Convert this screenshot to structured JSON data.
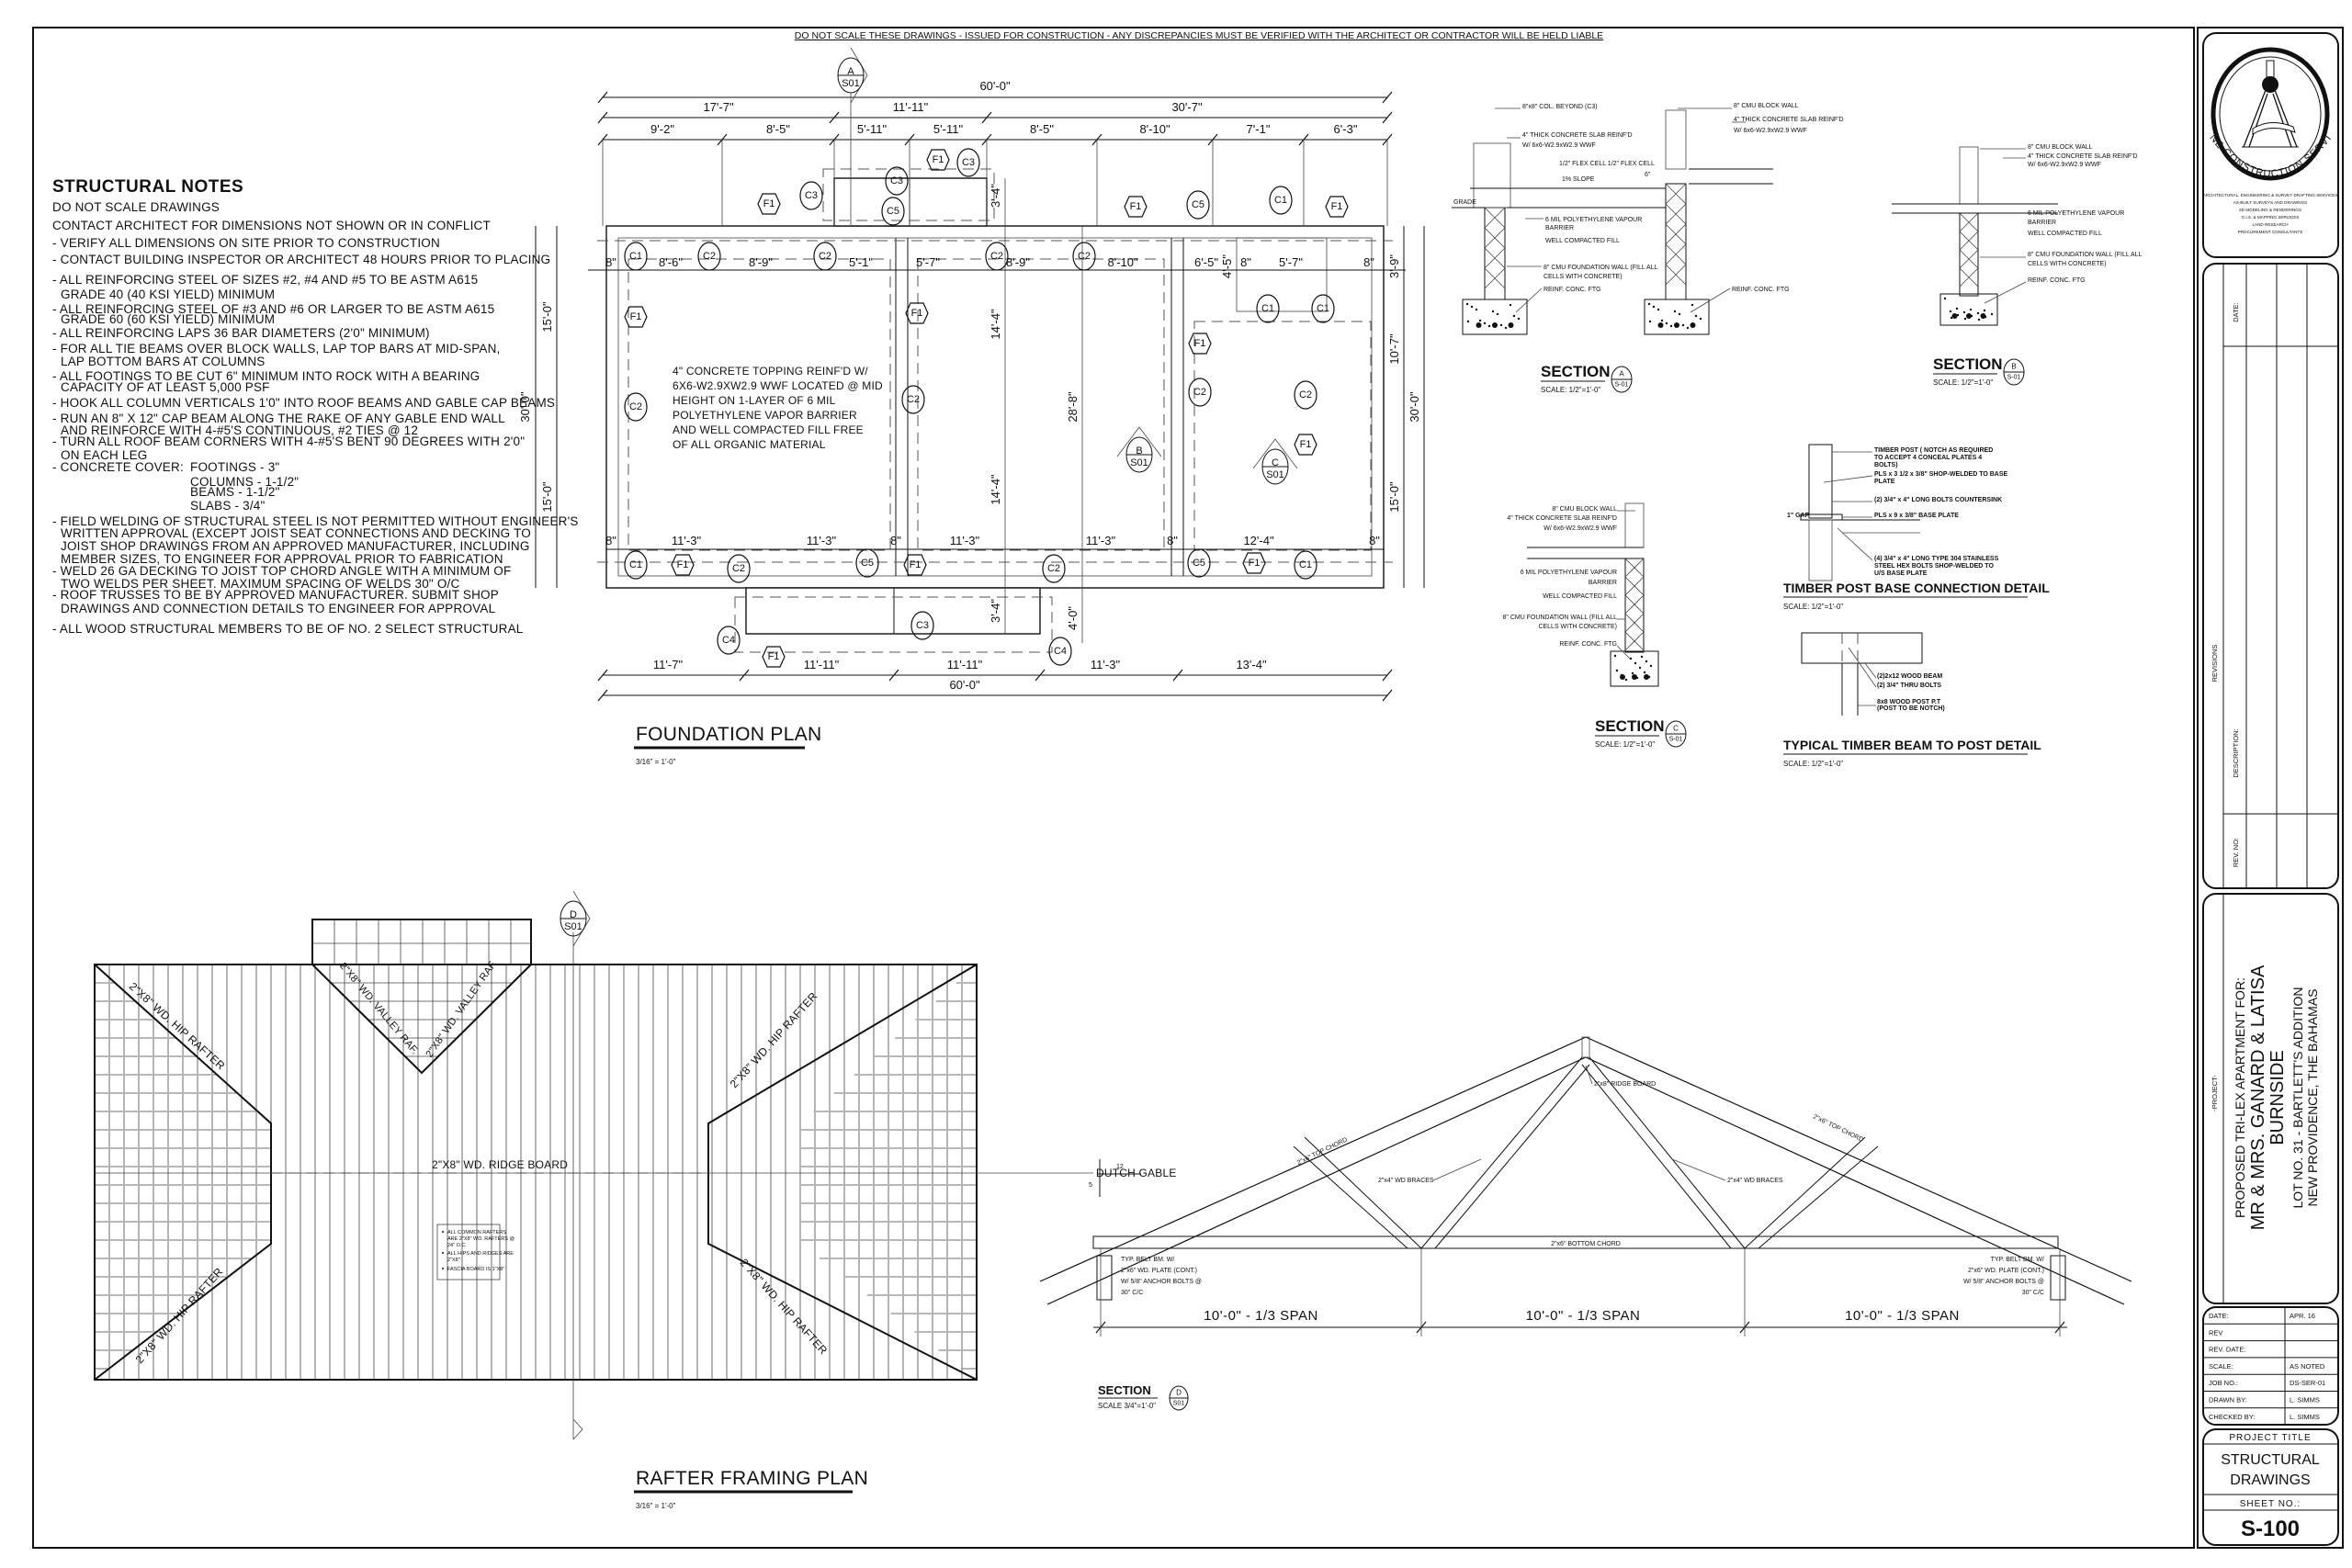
{
  "top_notice": "DO NOT SCALE THESE DRAWINGS - ISSUED FOR CONSTRUCTION - ANY DISCREPANCIES MUST BE VERIFIED WITH THE ARCHITECT OR CONTRACTOR WILL BE HELD LIABLE",
  "notes": {
    "title": "STRUCTURAL NOTES",
    "lines": [
      "DO NOT SCALE DRAWINGS",
      "CONTACT ARCHITECT FOR DIMENSIONS NOT SHOWN OR IN CONFLICT",
      "- VERIFY ALL DIMENSIONS ON SITE PRIOR TO CONSTRUCTION",
      "- CONTACT BUILDING INSPECTOR OR ARCHITECT 48 HOURS PRIOR TO PLACING",
      "- ALL REINFORCING STEEL OF SIZES #2, #4 AND #5 TO BE ASTM A615",
      "GRADE 40 (40 KSI YIELD) MINIMUM",
      "- ALL REINFORCING STEEL OF #3 AND #6 OR LARGER TO BE ASTM A615",
      "GRADE 60 (60 KSI YIELD) MINIMUM",
      "- ALL REINFORCING LAPS 36 BAR DIAMETERS (2'0\" MINIMUM)",
      "- FOR ALL TIE BEAMS OVER BLOCK WALLS, LAP TOP BARS AT MID-SPAN,",
      "LAP BOTTOM BARS AT COLUMNS",
      "- ALL FOOTINGS TO BE CUT 6\" MINIMUM INTO ROCK WITH A BEARING",
      "CAPACITY OF AT LEAST 5,000 PSF",
      "- HOOK ALL COLUMN VERTICALS 1'0\" INTO ROOF BEAMS AND GABLE CAP BEAMS",
      "- RUN AN 8\" X 12\" CAP BEAM ALONG THE RAKE OF ANY GABLE END WALL",
      "AND REINFORCE WITH 4-#5'S CONTINUOUS, #2 TIES @ 12",
      "- TURN ALL ROOF BEAM CORNERS WITH 4-#5'S BENT 90 DEGREES WITH 2'0\"",
      "ON EACH LEG",
      "- CONCRETE COVER:",
      "- FIELD WELDING OF STRUCTURAL STEEL IS NOT PERMITTED WITHOUT ENGINEER'S",
      "WRITTEN APPROVAL (EXCEPT JOIST SEAT CONNECTIONS AND DECKING TO",
      "JOIST SHOP DRAWINGS FROM AN APPROVED MANUFACTURER, INCLUDING",
      "MEMBER SIZES, TO ENGINEER FOR APPROVAL PRIOR TO FABRICATION",
      "- WELD 26 GA DECKING TO JOIST TOP CHORD ANGLE WITH A MINIMUM OF",
      "TWO WELDS PER SHEET.  MAXIMUM SPACING OF WELDS 30\" O/C",
      "- ROOF TRUSSES TO BE BY APPROVED MANUFACTURER.  SUBMIT SHOP",
      "DRAWINGS AND CONNECTION DETAILS TO ENGINEER FOR APPROVAL",
      "- ALL WOOD STRUCTURAL MEMBERS TO BE OF NO. 2 SELECT STRUCTURAL"
    ],
    "cover": [
      "FOOTINGS  -  3\"",
      "COLUMNS  -  1-1/2\"",
      "BEAMS  -  1-1/2\"",
      "SLABS  -  3/4\""
    ]
  },
  "foundation": {
    "title": "FOUNDATION PLAN",
    "scale": "3/16\" = 1'-0\"",
    "marker_a": {
      "letter": "A",
      "sheet": "S01"
    },
    "marker_b": {
      "letter": "B",
      "sheet": "S01"
    },
    "marker_c": {
      "letter": "C",
      "sheet": "S01"
    },
    "overall": "60'-0\"",
    "overall_bottom": "60'-0\"",
    "dims_row2": [
      "17'-7\"",
      "11'-11\"",
      "30'-7\""
    ],
    "dims_row3": [
      "9'-2\"",
      "8'-5\"",
      "5'-11\"",
      "5'-11\"",
      "8'-5\"",
      "8'-10\"",
      "7'-1\"",
      "6'-3\""
    ],
    "dims_inner_top": [
      "8\"",
      "8'-6\"",
      "8'-9\"",
      "5'-1\"",
      "5'-7\"",
      "8'-9\"",
      "8'-10\"",
      "6'-5\"",
      "8\"",
      "5'-7\"",
      "8\""
    ],
    "dims_inner_bottom": [
      "8\"",
      "11'-3\"",
      "11'-3\"",
      "8\"",
      "11'-3\"",
      "11'-3\"",
      "8\"",
      "12'-4\"",
      "8\""
    ],
    "dims_bottom": [
      "11'-7\"",
      "11'-11\"",
      "11'-11\"",
      "11'-3\"",
      "13'-4\""
    ],
    "dims_vertical": [
      "30'-0\"",
      "15'-0\"",
      "15'-0\"",
      "3'-9\"",
      "10'-7\"",
      "15'-0\"",
      "30'-0\"",
      "3'-4\"",
      "14'-4\"",
      "28'-8\"",
      "14'-4\"",
      "3'-4\"",
      "4'-0\"",
      "4'-5\""
    ],
    "tags": [
      "C3",
      "C3",
      "F1",
      "C3",
      "C5",
      "F1",
      "F1",
      "C5",
      "C1",
      "F1",
      "C1",
      "C2",
      "C2",
      "C2",
      "C2",
      "C1",
      "C1",
      "F1",
      "F1",
      "F1",
      "C2",
      "C2",
      "C2",
      "C2",
      "F1",
      "C1",
      "F1",
      "C2",
      "C5",
      "F1",
      "C2",
      "C5",
      "F1",
      "C1",
      "C4",
      "F1",
      "C3",
      "C4"
    ],
    "slab_note": [
      "4\" CONCRETE TOPPING REINF'D W/",
      "6X6-W2.9XW2.9 WWF LOCATED @ MID",
      "HEIGHT ON 1-LAYER OF 6 MIL",
      "POLYETHYLENE VAPOR BARRIER",
      "AND WELL COMPACTED FILL FREE",
      "OF ALL ORGANIC MATERIAL"
    ]
  },
  "section_a": {
    "labels": [
      "8\"x8\" COL. BEYOND (C3)",
      "4\" THICK CONCRETE SLAB REINF'D",
      "W/ 6x6-W2.9xW2.9 WWF",
      "1/2\" FLEX CELL 1/2\" FLEX CELL",
      "1% SLOPE",
      "GRADE",
      "6 MIL POLYETHYLENE VAPOUR",
      "BARRIER",
      "WELL COMPACTED FILL",
      "8\" CMU FOUNDATION WALL (FILL ALL",
      "CELLS WITH CONCRETE)",
      "REINF. CONC. FTG",
      "8\" CMU BLOCK WALL",
      "4\" THICK CONCRETE SLAB REINF'D",
      "W/ 6x6-W2.9xW2.9 WWF",
      "REINF. CONC. FTG",
      "6\""
    ],
    "title": "SECTION",
    "scale": "SCALE: 1/2\"=1'-0\"",
    "letter": "A",
    "sheet": "S-01"
  },
  "section_b": {
    "labels": [
      "8\" CMU BLOCK WALL",
      "4\" THICK CONCRETE SLAB REINF'D",
      "W/ 6x6-W2.9xW2.9 WWF",
      "6 MIL POLYETHYLENE VAPOUR",
      "BARRIER",
      "WELL COMPACTED FILL",
      "8\" CMU FOUNDATION WALL (FILL ALL",
      "CELLS WITH CONCRETE)",
      "REINF. CONC. FTG"
    ],
    "title": "SECTION",
    "scale": "SCALE: 1/2\"=1'-0\"",
    "letter": "B",
    "sheet": "S-01"
  },
  "section_c": {
    "labels": [
      "8\" CMU BLOCK WALL",
      "4\" THICK CONCRETE SLAB REINF'D",
      "W/ 6x6-W2.9xW2.9 WWF",
      "6 MIL POLYETHYLENE VAPOUR",
      "BARRIER",
      "WELL COMPACTED FILL",
      "8\" CMU FOUNDATION WALL (FILL ALL",
      "CELLS WITH CONCRETE)",
      "REINF. CONC. FTG"
    ],
    "title": "SECTION",
    "scale": "SCALE: 1/2\"=1'-0\"",
    "letter": "C",
    "sheet": "S-01"
  },
  "timber_post": {
    "labels": [
      "TIMBER POST ( NOTCH AS REQUIRED",
      "TO ACCEPT 4 CONCEAL PLATES 4",
      "BOLTS)",
      "PLS x 3 1/2 x 3/8\" SHOP-WELDED TO BASE",
      "PLATE",
      "(2) 3/4\"  x 4\" LONG BOLTS COUNTERSINK",
      "PLS x 9 x 3/8\" BASE PLATE",
      "(4) 3/4\"  x 4\" LONG TYPE 304 STAINLESS",
      "STEEL HEX BOLTS SHOP-WELDED TO",
      "U/S BASE PLATE",
      "1\" GAP"
    ],
    "title": "TIMBER POST BASE CONNECTION DETAIL",
    "scale": "SCALE: 1/2\"=1'-0\""
  },
  "timber_beam": {
    "labels": [
      "(2)2x12 WOOD BEAM",
      "(2) 3/4\" THRU BOLTS",
      "8x8 WOOD POST P.T",
      "(POST TO BE NOTCH)"
    ],
    "title": "TYPICAL TIMBER BEAM TO POST DETAIL",
    "scale": "SCALE: 1/2\"=1'-0\""
  },
  "rafter": {
    "title": "RAFTER FRAMING PLAN",
    "scale": "3/16\" = 1'-0\"",
    "marker_d": {
      "letter": "D",
      "sheet": "S01"
    },
    "hip_label": "2\"X8\" WD. HIP RAFTER",
    "valley_label": "2\"X8\" WD. VALLEY RAF.",
    "ridge_label": "2\"X8\" WD. RIDGE BOARD",
    "dutch_gable": "DUTCH GABLE",
    "notes": [
      "ALL COMMON RAFTERS",
      "ARE 2\"X8\" WD. RAFTERS @",
      "24\" O.C.",
      "ALL HIPS AND RIDGES ARE",
      "2\"X8\"",
      "FASCIA BOARD IS 1\"X8\""
    ]
  },
  "truss": {
    "top_chord": "2\"x6\" TOP CHORD",
    "ridge_board": "2\"x8\" RIDGE BOARD",
    "braces": "2\"x4\" WD BRACES",
    "bottom_chord": "2\"x6\" BOTTOM CHORD",
    "belt_note": [
      "TYP. BELT BM. W/",
      "2\"x6\" WD. PLATE (CONT.)",
      "W/ 5/8\" ANCHOR BOLTS @",
      "30\" C/C"
    ],
    "pitch_run": "12",
    "pitch_rise": "5",
    "spans": [
      "10'-0\" - 1/3 SPAN",
      "10'-0\" - 1/3 SPAN",
      "10'-0\" - 1/3 SPAN"
    ],
    "section_title": "SECTION",
    "section_scale": "SCALE 3/4\"=1'-0\"",
    "letter": "D",
    "sheet": "S01"
  },
  "title_block": {
    "logo": {
      "company": "DIVINE CONSTRUCTION SERVICES",
      "lines": [
        "ARCHITECTURAL, ENGINEERING & SURVEY DRAFTING SERVICES",
        "AS-BUILT SURVEYS AND DRAWINGS",
        "3D MODELING & RENDERINGS",
        "G.I.S. & MAPPING SERVICES",
        "LAND RESEARCH",
        "PROCUREMENT CONSULTANTS"
      ]
    },
    "revisions": {
      "date": "DATE:",
      "heading": "REVISIONS",
      "description": "DESCRIPTION:",
      "rev_no": "REV. NO:"
    },
    "project": {
      "label": "-PROJECT-",
      "line1": "PROPOSED TRI-LEX APARTMENT FOR:",
      "line2": "MR & MRS. GANARD & LATISA",
      "line3": "BURNSIDE",
      "line4": "LOT NO. 31 - BARTLETT'S ADDITION",
      "line5": "NEW PROVIDENCE, THE BAHAMAS"
    },
    "info": [
      {
        "k": "DATE:",
        "v": "APR. 16"
      },
      {
        "k": "REV",
        "v": ""
      },
      {
        "k": "REV. DATE:",
        "v": ""
      },
      {
        "k": "SCALE:",
        "v": "AS NOTED"
      },
      {
        "k": "JOB NO.:",
        "v": "DS-SER-01"
      },
      {
        "k": "DRAWN BY:",
        "v": "L. SIMMS"
      },
      {
        "k": "CHECKED BY:",
        "v": "L. SIMMS"
      }
    ],
    "project_title_label": "PROJECT TITLE",
    "project_title_1": "STRUCTURAL",
    "project_title_2": "DRAWINGS",
    "sheet_no_label": "SHEET NO.:",
    "sheet_no": "S-100"
  }
}
